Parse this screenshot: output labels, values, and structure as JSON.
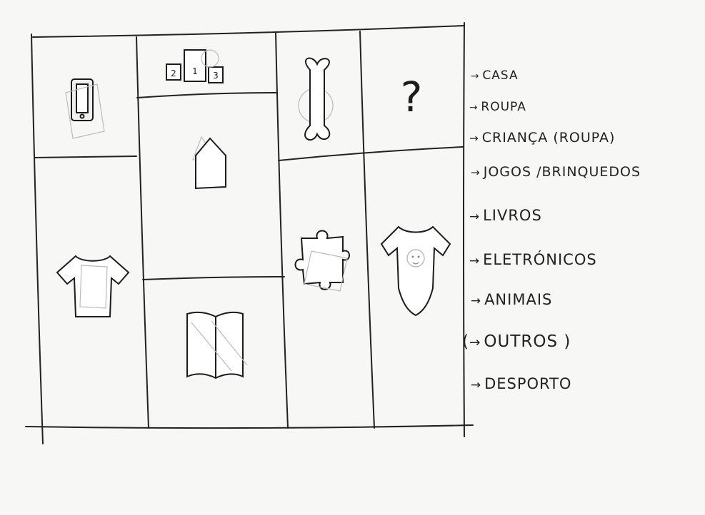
{
  "podium": {
    "places": [
      "2",
      "1",
      "3"
    ]
  },
  "question_mark": "?",
  "legend": {
    "arrow": "→",
    "items": [
      {
        "label": "CASA"
      },
      {
        "label": "ROUPA"
      },
      {
        "label": "CRIANÇA (ROUPA)"
      },
      {
        "label": "JOGOS /BRINQUEDOS"
      },
      {
        "label": "LIVROS"
      },
      {
        "label": "ELETRÓNICOS"
      },
      {
        "label": "ANIMAIS"
      },
      {
        "label": "OUTROS )",
        "prefix": "("
      },
      {
        "label": "DESPORTO"
      }
    ]
  }
}
